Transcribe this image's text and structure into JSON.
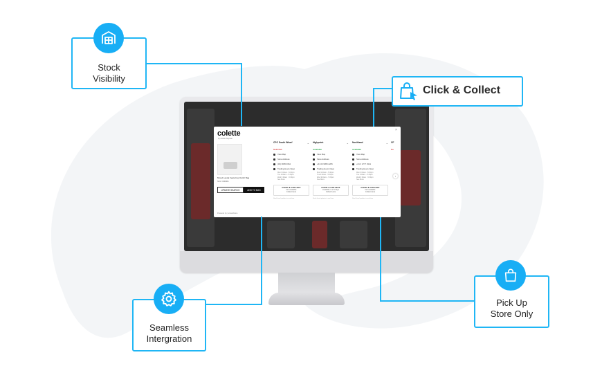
{
  "callouts": {
    "stock": {
      "line1": "Stock",
      "line2": "Visibility",
      "icon": "warehouse-icon"
    },
    "click_collect": {
      "label": "Click & Collect",
      "icon": "shopping-bag-cursor-icon"
    },
    "seamless": {
      "line1": "Seamless",
      "line2": "Intergration",
      "icon": "gear-icon"
    },
    "pickup": {
      "line1": "Pick Up",
      "line2": "Store Only",
      "icon": "shopping-bag-icon"
    }
  },
  "modal": {
    "logo": "colette",
    "logo_sub": "by colette hayman",
    "product_name": "Mixed Lauda Featuring Clutch Bag",
    "sku": "SKU: 000001",
    "search_button": "UPDATE SEARCH",
    "add_button": "ADD TO BAG",
    "powered_by": "Powered by | storeMotion",
    "stores": [
      {
        "name": "CPC South Wharf",
        "status": "Sold Out",
        "status_color": "#d63b3b",
        "distance": "View Map",
        "address": "Store Address",
        "phone": "(03) 9955 9364",
        "hours_label": "Trading Hours Open",
        "hours": [
          "Mon  9:00am - 5:30pm",
          "Tue  9:00am - 5:30pm",
          "Wed  9:00am - 5:30pm"
        ],
        "more": "See More",
        "cc_title": "CLICK & COLLECT",
        "cc_msg": "Not available",
        "cc_action": "Collect Here",
        "note": "Stock level updates in real time"
      },
      {
        "name": "Highpoint",
        "status": "Available",
        "status_color": "#2ea84f",
        "distance": "View Map",
        "address": "Store Address",
        "phone": "+61 03 9955 2265",
        "hours_label": "Trading Hours Open",
        "hours": [
          "Mon  9:00am - 5:30pm",
          "Tue  9:00am - 5:30pm",
          "Wed  9:00am - 5:30pm"
        ],
        "more": "See More",
        "cc_title": "CLICK & COLLECT",
        "cc_msg": "Available in 2-3 days",
        "cc_action": "Collect Here",
        "note": "Stock level updates in real time"
      },
      {
        "name": "Northland",
        "status": "Available",
        "status_color": "#2ea84f",
        "distance": "View Map",
        "address": "Store Address",
        "phone": "+61 3 2777 3341",
        "hours_label": "Trading Hours Open",
        "hours": [
          "Mon  9:00am - 5:30pm",
          "Tue  9:00am - 5:30pm",
          "Wed  9:00am - 5:30pm"
        ],
        "more": "See More",
        "cc_title": "CLICK & COLLECT",
        "cc_msg": "Not available",
        "cc_action": "Collect Here",
        "note": "Stock level updates in real time"
      }
    ]
  },
  "colors": {
    "accent": "#18aef5",
    "border": "#1fb6f5",
    "line": "#1fb6f5",
    "bg_shape": "#f3f5f7"
  }
}
